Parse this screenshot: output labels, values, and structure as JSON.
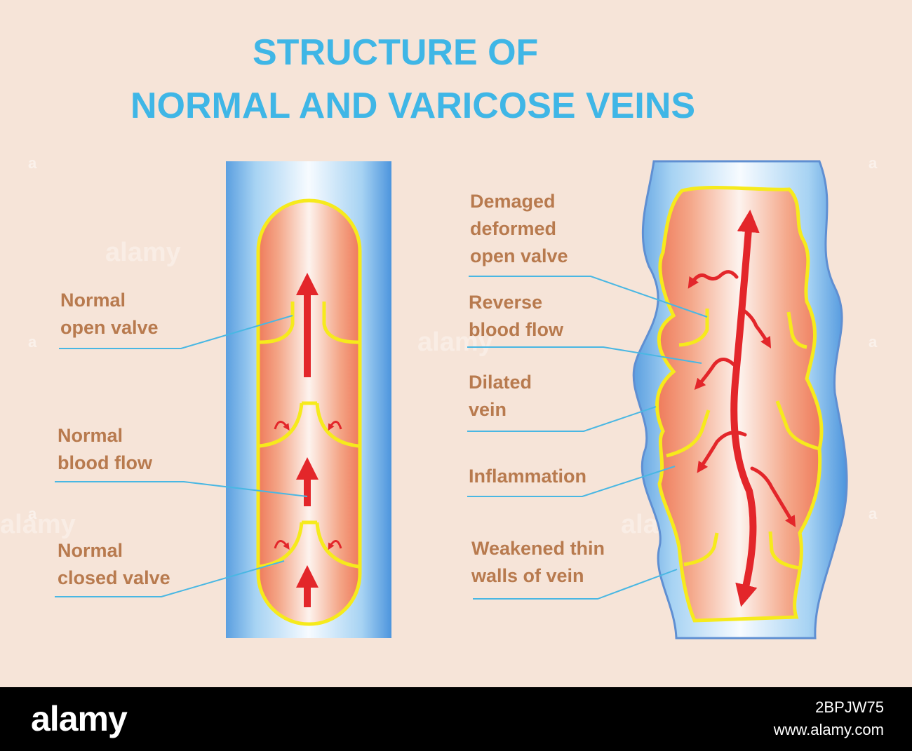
{
  "title": {
    "line1": "STRUCTURE OF",
    "line2": "NORMAL AND VARICOSE VEINS"
  },
  "normal_vein": {
    "labels": {
      "open_valve": [
        "Normal",
        "open valve"
      ],
      "blood_flow": [
        "Normal",
        "blood flow"
      ],
      "closed_valve": [
        "Normal",
        "closed valve"
      ]
    }
  },
  "varicose_vein": {
    "labels": {
      "damaged_valve": [
        "Demaged",
        "deformed",
        "open valve"
      ],
      "reverse_flow": [
        "Reverse",
        "blood flow"
      ],
      "dilated": [
        "Dilated",
        "vein"
      ],
      "inflammation": [
        "Inflammation"
      ],
      "weakened_walls": [
        "Weakened thin",
        "walls of vein"
      ]
    }
  },
  "watermark": {
    "text": "alamy",
    "dot": "a"
  },
  "footer": {
    "brand": "alamy",
    "image_id": "2BPJW75",
    "url": "www.alamy.com"
  },
  "colors": {
    "background": "#f6e4d8",
    "title": "#3fb6e6",
    "label": "#b87a4e",
    "leader_line": "#49b7e3",
    "valve_outline": "#f6ea1c",
    "blood_arrow": "#e3262a",
    "vein_wall": "#8fc6ec",
    "footer": "#000000"
  }
}
